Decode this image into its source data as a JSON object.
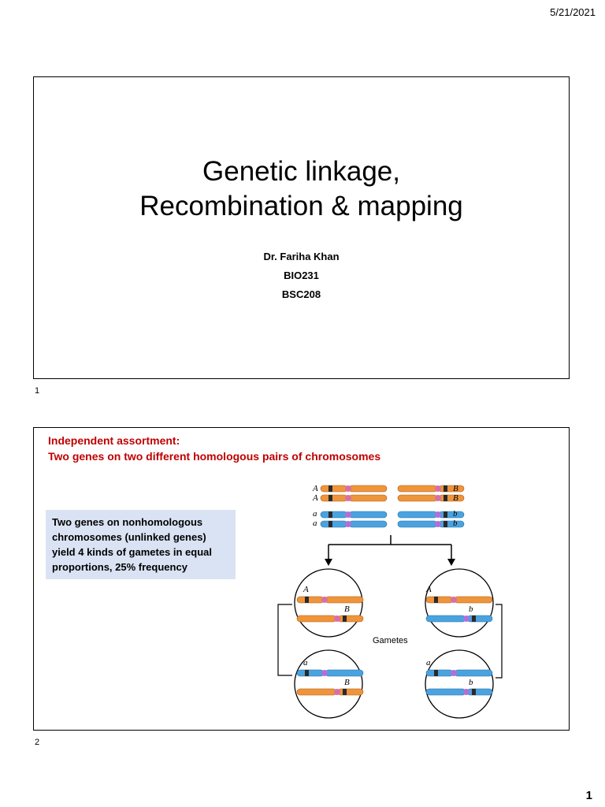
{
  "header": {
    "date": "5/21/2021"
  },
  "slide1": {
    "title_line1": "Genetic linkage,",
    "title_line2": "Recombination & mapping",
    "author": "Dr. Fariha Khan",
    "course1": "BIO231",
    "course2": "BSC208",
    "number": "1"
  },
  "slide2": {
    "heading_line1": "Independent assortment:",
    "heading_line2": "Two genes on two different homologous pairs of chromosomes",
    "info_lines": [
      "Two genes on nonhomologous",
      "chromosomes  (unlinked genes)",
      "yield 4 kinds of gametes in equal",
      "proportions, 25% frequency"
    ],
    "diagram": {
      "allele_A": "A",
      "allele_a": "a",
      "allele_B": "B",
      "allele_b": "b",
      "gametes_label": "Gametes"
    },
    "number": "2"
  },
  "footer": {
    "page_number": "1"
  },
  "colors": {
    "heading_red": "#c00000",
    "box_blue": "#dae3f3",
    "chrom_orange": "#f0943a",
    "chrom_blue": "#4aa3df",
    "centromere_pink": "#d86fa8"
  }
}
